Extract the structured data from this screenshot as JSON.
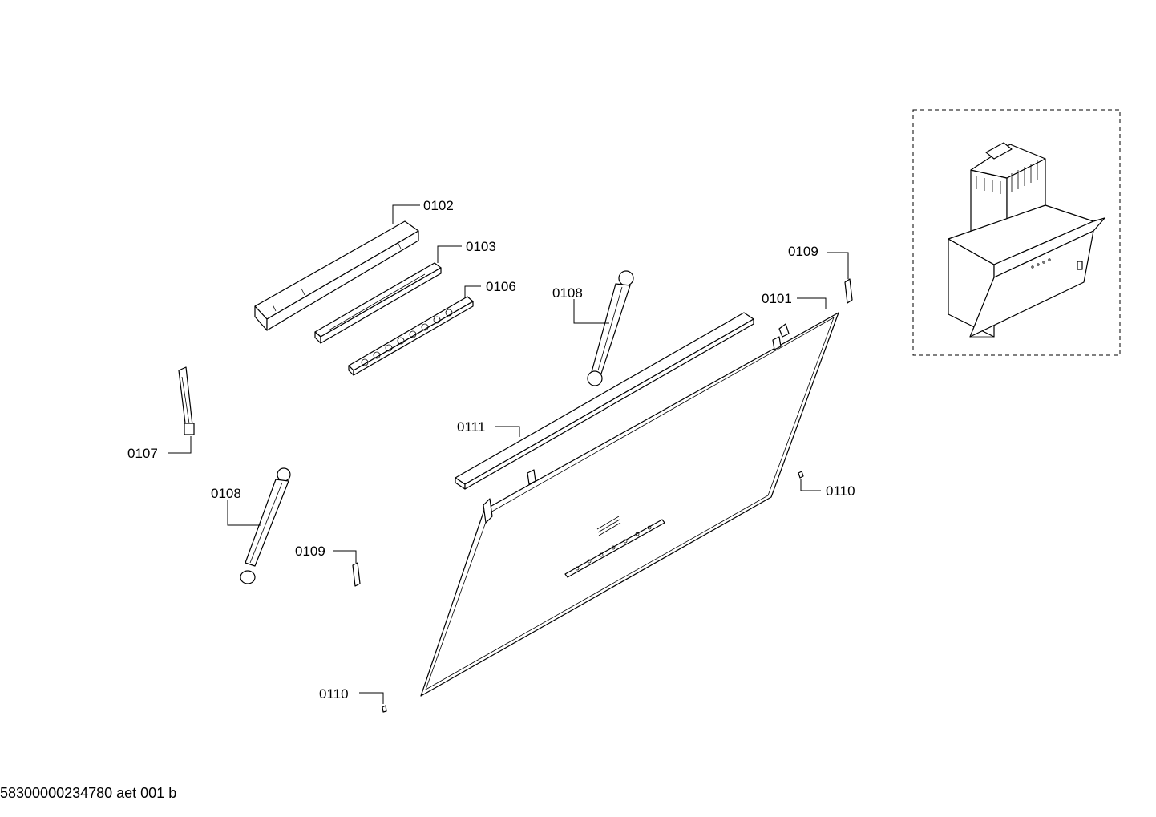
{
  "labels": {
    "p0101": "0101",
    "p0102": "0102",
    "p0103": "0103",
    "p0106": "0106",
    "p0107": "0107",
    "p0108_top": "0108",
    "p0108_bottom": "0108",
    "p0109_top": "0109",
    "p0109_bottom": "0109",
    "p0110_right": "0110",
    "p0110_bottom": "0110",
    "p0111": "0111"
  },
  "footer": {
    "document_id": "58300000234780 aet 001 b"
  },
  "icons": {
    "overview": "range-hood-overview-icon"
  }
}
